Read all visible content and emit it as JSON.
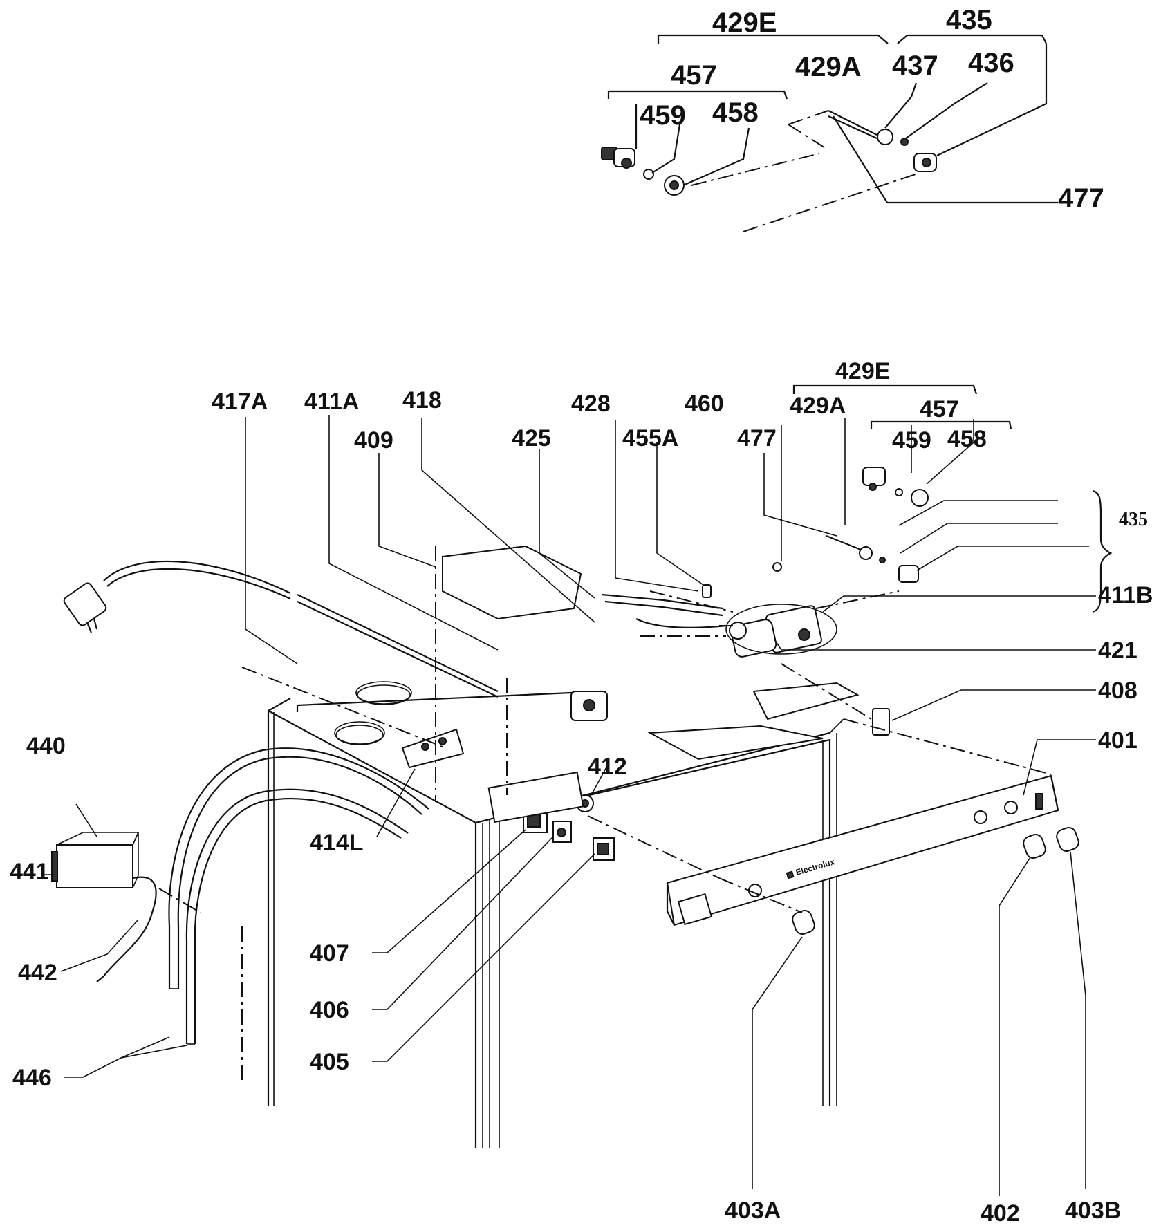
{
  "inset_labels": {
    "l429E": "429E",
    "l435": "435",
    "l457": "457",
    "l429A": "429A",
    "l437": "437",
    "l436": "436",
    "l459": "459",
    "l458": "458",
    "l477": "477"
  },
  "main_labels": {
    "l417A": "417A",
    "l411A": "411A",
    "l418": "418",
    "l409": "409",
    "l425": "425",
    "l428": "428",
    "l455A": "455A",
    "l460": "460",
    "l429E": "429E",
    "l429A": "429A",
    "l477": "477",
    "l457": "457",
    "l459": "459",
    "l458": "458",
    "l435": "435",
    "l411B": "411B",
    "l421": "421",
    "l408": "408",
    "l401": "401",
    "l412": "412",
    "l440": "440",
    "l441": "441",
    "l442": "442",
    "l414L": "414L",
    "l407": "407",
    "l406": "406",
    "l405": "405",
    "l446": "446",
    "l403A": "403A",
    "l402": "402",
    "l403B": "403B"
  }
}
